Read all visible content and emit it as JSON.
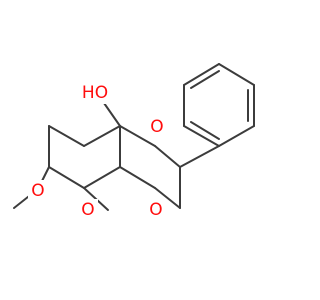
{
  "structure": {
    "bond_color": "#3c3c3c",
    "heteroatom_color": "#ff0d0d",
    "labels": {
      "hydroxyl": "HO",
      "ring_oxygen_top": "O",
      "ring_oxygen_lower": "O",
      "pyran_oxygen": "O",
      "methoxy_oxygen": "O"
    }
  }
}
